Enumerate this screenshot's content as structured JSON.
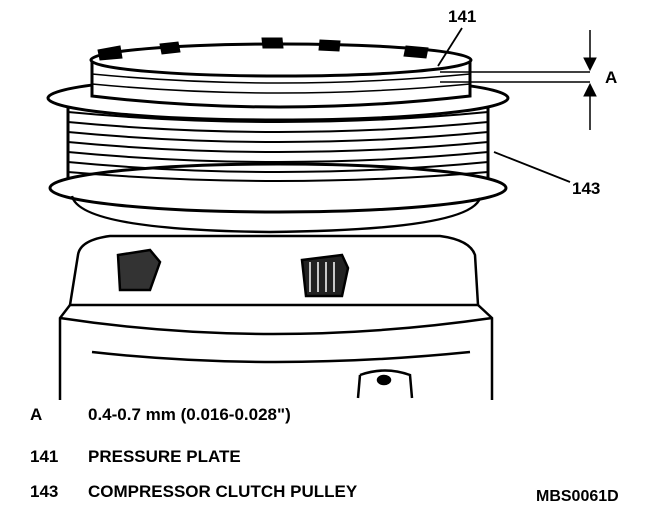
{
  "callouts": {
    "pressure_plate": "141",
    "clutch_pulley": "143",
    "gap": "A"
  },
  "legend": [
    {
      "key": "A",
      "text": "0.4-0.7 mm (0.016-0.028\")"
    },
    {
      "key": "141",
      "text": "PRESSURE PLATE"
    },
    {
      "key": "143",
      "text": "COMPRESSOR CLUTCH PULLEY"
    }
  ],
  "figure_code": "MBS0061D"
}
